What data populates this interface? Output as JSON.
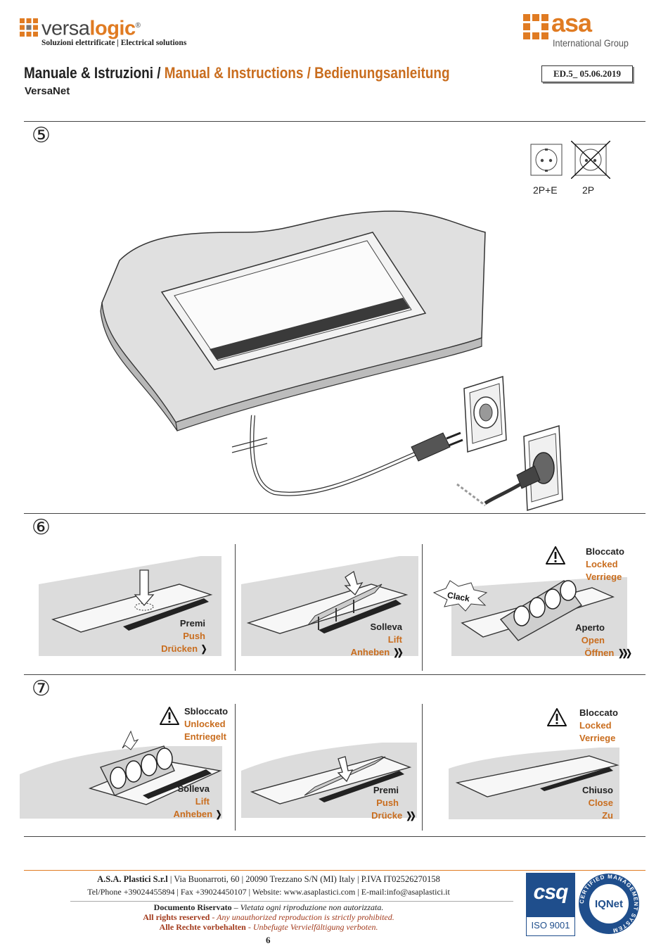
{
  "header": {
    "brand_prefix": "versa",
    "brand_suffix": "logic",
    "brand_reg": "®",
    "tagline": "Soluzioni elettrificate | Electrical solutions",
    "group_brand": "asa",
    "group_sub": "International Group"
  },
  "title": {
    "it": "Manuale & Istruzioni /",
    "en": "Manual & Instructions /",
    "de": "Bedienungsanleitung",
    "edition": "ED.5_ 05.06.2019",
    "product": "VersaNet"
  },
  "step5": {
    "number": "⑤",
    "plug_ok": "2P+E",
    "plug_no": "2P"
  },
  "step6": {
    "number": "⑥",
    "panels": [
      {
        "lines": [
          "Premi",
          "Push",
          "Drücken"
        ]
      },
      {
        "lines": [
          "Solleva",
          "Lift",
          "Anheben"
        ]
      },
      {
        "lines": [
          "Aperto",
          "Open",
          "Öffnen"
        ]
      }
    ],
    "warning": [
      "Bloccato",
      "Locked",
      "Verriege"
    ],
    "clack": "Clack"
  },
  "step7": {
    "number": "⑦",
    "warning_left": [
      "Sbloccato",
      "Unlocked",
      "Entriegelt"
    ],
    "panels": [
      {
        "lines": [
          "Solleva",
          "Lift",
          "Anheben"
        ]
      },
      {
        "lines": [
          "Premi",
          "Push",
          "Drücke"
        ]
      },
      {
        "lines": [
          "Chiuso",
          "Close",
          "Zu"
        ]
      }
    ],
    "warning_right": [
      "Bloccato",
      "Locked",
      "Verriege"
    ]
  },
  "footer": {
    "company": "A.S.A. Plastici S.r.l",
    "address": " | Via Buonarroti, 60 | 20090 Trezzano S/N (MI) Italy | P.IVA IT02526270158",
    "contacts": "Tel/Phone +39024455894 | Fax +39024450107 | Website: www.asaplastici.com | E-mail:info@asaplastici.it",
    "doc_label": "Documento Riservato",
    "doc_text": " – Vietata ogni riproduzione non autorizzata.",
    "rights_bold": "All rights reserved",
    "rights_text": " - Any unauthorized reproduction is strictly prohibited.",
    "rechte_bold": "Alle Rechte vorbehalten",
    "rechte_text": " - Unbefugte Vervielfältigung verboten.",
    "page": "6",
    "cert_csq": "csq",
    "cert_iso": "ISO 9001",
    "cert_iqnet": "IQNet",
    "cert_ring": "CERTIFIED MANAGEMENT SYSTEM"
  },
  "colors": {
    "accent": "#c96d1e",
    "text": "#222222",
    "cert_blue": "#1f4e8c"
  }
}
